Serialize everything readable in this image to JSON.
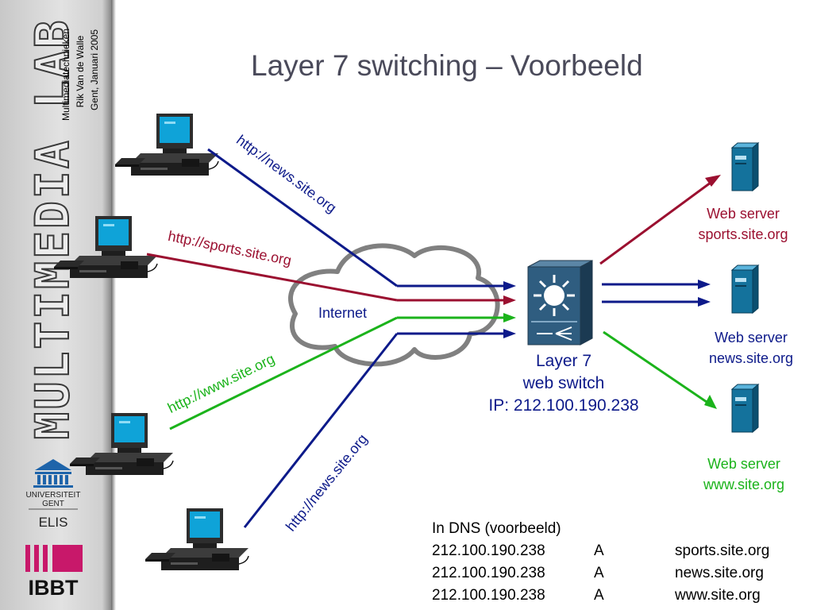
{
  "sidebar": {
    "lab_title": "MULTIMEDIA LAB",
    "meta_lines": [
      "Multimediatechnieken",
      "Rik Van de Walle",
      "Gent, Januari 2005"
    ],
    "university": [
      "UNIVERSITEIT",
      "GENT"
    ],
    "group": "ELIS",
    "institute": "IBBT"
  },
  "title": "Layer 7 switching – Voorbeeld",
  "diagram": {
    "requests": {
      "client1": "http://news.site.org",
      "client2": "http://sports.site.org",
      "client3": "http://www.site.org",
      "client4": "http://news.site.org"
    },
    "internet_label": "Internet",
    "switch_lines": [
      "Layer 7",
      "web switch",
      "IP: 212.100.190.238"
    ],
    "servers": [
      {
        "line1": "Web server",
        "line2": "sports.site.org",
        "color": "#9b1030"
      },
      {
        "line1": "Web server",
        "line2": "news.site.org",
        "color": "#0d1a8a"
      },
      {
        "line1": "Web server",
        "line2": "www.site.org",
        "color": "#1bb31b"
      }
    ],
    "colors": {
      "news": "#0d1a8a",
      "sports": "#9b1030",
      "www": "#1bb31b"
    }
  },
  "dns": {
    "title": "In DNS (voorbeeld)",
    "rows": [
      [
        "212.100.190.238",
        "A",
        "sports.site.org"
      ],
      [
        "212.100.190.238",
        "A",
        "news.site.org"
      ],
      [
        "212.100.190.238",
        "A",
        "www.site.org"
      ]
    ]
  }
}
